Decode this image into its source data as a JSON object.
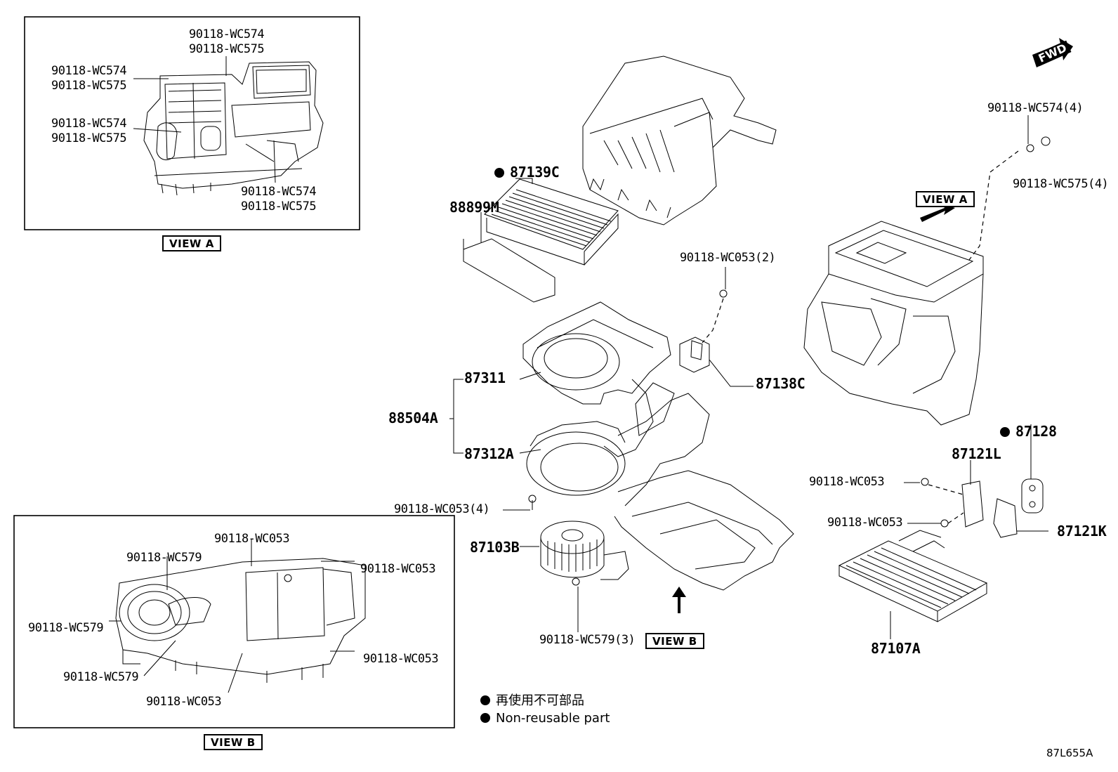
{
  "inset_top": {
    "labels": [
      "90118-WC574",
      "90118-WC575",
      "90118-WC574",
      "90118-WC575",
      "90118-WC574",
      "90118-WC575",
      "90118-WC574",
      "90118-WC575"
    ],
    "caption": "VIEW A"
  },
  "inset_bottom": {
    "labels": [
      "90118-WC053",
      "90118-WC579",
      "90118-WC053",
      "90118-WC579",
      "90118-WC053",
      "90118-WC579",
      "90118-WC053"
    ],
    "caption": "VIEW B"
  },
  "parts": {
    "p87139C": "87139C",
    "p88899M": "88899M",
    "p87311": "87311",
    "p88504A": "88504A",
    "p87312A": "87312A",
    "p90118_WC053_4": "90118-WC053(4)",
    "p87103B": "87103B",
    "p90118_WC579_3": "90118-WC579(3)",
    "p90118_WC053_2": "90118-WC053(2)",
    "p87138C": "87138C",
    "p90118_WC574_4": "90118-WC574(4)",
    "p90118_WC575_4": "90118-WC575(4)",
    "p87128": "87128",
    "p87121L": "87121L",
    "p90118_WC053_a": "90118-WC053",
    "p90118_WC053_b": "90118-WC053",
    "p87121K": "87121K",
    "p87107A": "87107A"
  },
  "view_a_main": "VIEW A",
  "view_b_main": "VIEW B",
  "fwd": "FWD",
  "legend": {
    "jp": "再使用不可部品",
    "en": "Non-reusable part"
  },
  "drawing_code": "87L655A"
}
